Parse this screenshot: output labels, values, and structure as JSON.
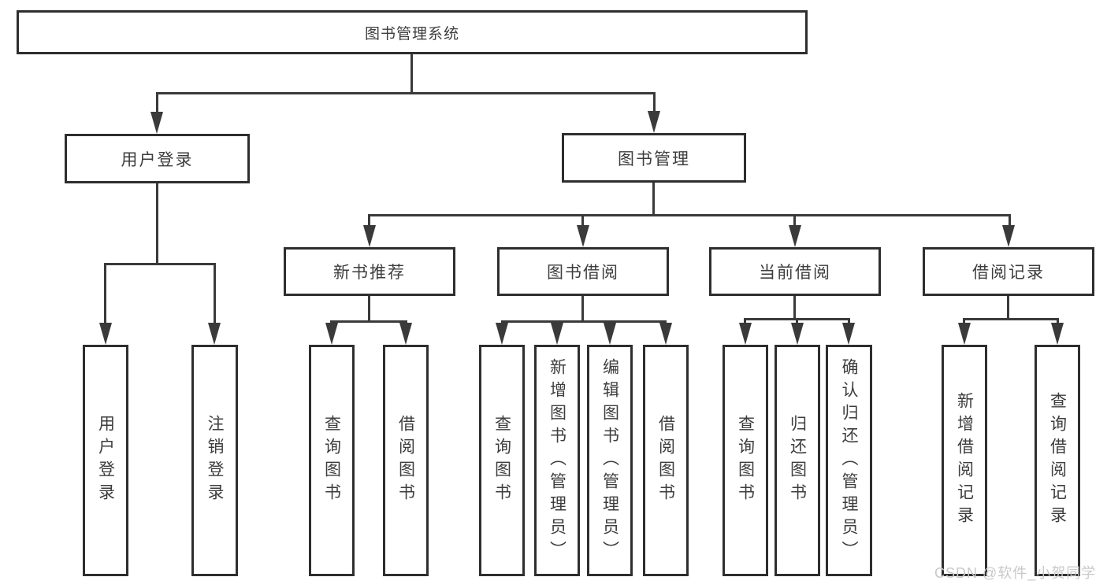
{
  "root": {
    "label": "图书管理系统"
  },
  "level2": [
    {
      "label": "用户登录"
    },
    {
      "label": "图书管理"
    }
  ],
  "level3": [
    {
      "label": "新书推荐"
    },
    {
      "label": "图书借阅"
    },
    {
      "label": "当前借阅"
    },
    {
      "label": "借阅记录"
    }
  ],
  "leaves": {
    "user_login": [
      {
        "label": "用户登录"
      },
      {
        "label": "注销登录"
      }
    ],
    "new_book_recommendation": [
      {
        "label": "查询图书"
      },
      {
        "label": "借阅图书"
      }
    ],
    "book_borrowing": [
      {
        "label": "查询图书"
      },
      {
        "label": "新增图书（管理员）"
      },
      {
        "label": "编辑图书（管理员）"
      },
      {
        "label": "借阅图书"
      }
    ],
    "current_borrowing": [
      {
        "label": "查询图书"
      },
      {
        "label": "归还图书"
      },
      {
        "label": "确认归还（管理员）"
      }
    ],
    "borrowing_records": [
      {
        "label": "新增借阅记录"
      },
      {
        "label": "查询借阅记录"
      }
    ]
  },
  "watermark": "CSDN @软件_小贺同学",
  "colors": {
    "background": "#ffffff",
    "box_border": "#2e2e2e",
    "line": "#3a3a3a",
    "text": "#3d3d3d",
    "watermark": "#c9c9c9"
  }
}
